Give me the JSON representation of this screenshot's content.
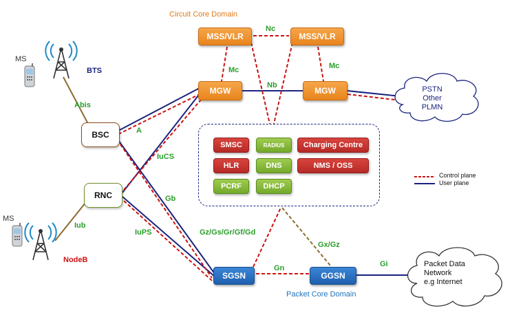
{
  "domains": {
    "circuit": "Circuit Core Domain",
    "packet": "Packet Core Domain"
  },
  "nodes": {
    "mss_vlr_left": "MSS/VLR",
    "mss_vlr_right": "MSS/VLR",
    "mgw_left": "MGW",
    "mgw_right": "MGW",
    "bsc": "BSC",
    "rnc": "RNC",
    "sgsn": "SGSN",
    "ggsn": "GGSN"
  },
  "services": {
    "smsc": "SMSC",
    "radius": "RADIUS",
    "charging": "Charging Centre",
    "hlr": "HLR",
    "dns": "DNS",
    "nms_oss": "NMS / OSS",
    "pcrf": "PCRF",
    "dhcp": "DHCP"
  },
  "interfaces": {
    "nc": "Nc",
    "mc_left": "Mc",
    "mc_right": "Mc",
    "nb": "Nb",
    "abis": "Abis",
    "a": "A",
    "iucs": "IuCS",
    "gb": "Gb",
    "iub": "Iub",
    "iups": "IuPS",
    "gz_list": "Gz/Gs/Gr/Gf/Gd",
    "gx_gz": "Gx/Gz",
    "gn": "Gn",
    "gi": "Gi"
  },
  "radio": {
    "ms_top": "MS",
    "bts": "BTS",
    "ms_bottom": "MS",
    "nodeb": "NodeB"
  },
  "clouds": {
    "pstn": [
      "PSTN",
      "Other",
      "PLMN"
    ],
    "packet_data": [
      "Packet Data",
      "Network",
      "e.g Internet"
    ]
  },
  "legend": {
    "control": "Control plane",
    "user": "User plane"
  },
  "colors": {
    "control_plane": "#cc1111",
    "user_plane": "#1a237e",
    "node_orange": "#e8851e",
    "node_blue": "#1f5fae",
    "service_red": "#b62a26",
    "service_green": "#74a92b",
    "interface_label": "#2a9d2a"
  }
}
